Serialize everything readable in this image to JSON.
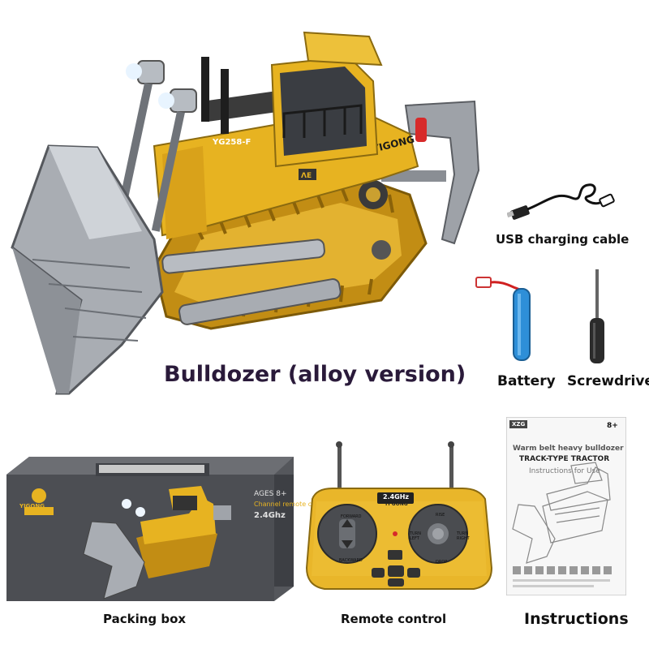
{
  "main": {
    "title": "Bulldozer (alloy version)",
    "bulldozer_model": "YG258-F",
    "bulldozer_brand": "YIGONG",
    "bulldozer_plate": "ΛE"
  },
  "accessories": {
    "usb_cable": "USB charging cable",
    "battery": "Battery",
    "screwdriver": "Screwdriver"
  },
  "box": {
    "label": "Packing box",
    "ages": "AGES 8+",
    "channel": "Channel remote control",
    "frequency": "2.4Ghz",
    "brand": "YIGONG"
  },
  "remote": {
    "label": "Remote control",
    "frequency": "2.4GHz",
    "brand": "YI GONG",
    "forward": "FORWARD",
    "backward": "BACKWARD",
    "rise": "RISE",
    "drop": "DROP",
    "turn_left": "TURN LEFT",
    "turn_right": "TURN RIGHT"
  },
  "manual": {
    "label": "Instructions",
    "brand": "XZG",
    "age": "8+",
    "line1": "Warm belt heavy bulldozer",
    "line2": "TRACK-TYPE TRACTOR",
    "line3": "Instructions for Use"
  },
  "colors": {
    "body_yellow": "#e7b321",
    "track_yellow": "#d9a21a",
    "metal_gray": "#a9adb3",
    "box_dark": "#55575c",
    "remote_yellow": "#e9b62a",
    "battery_blue": "#2e8fd8"
  }
}
